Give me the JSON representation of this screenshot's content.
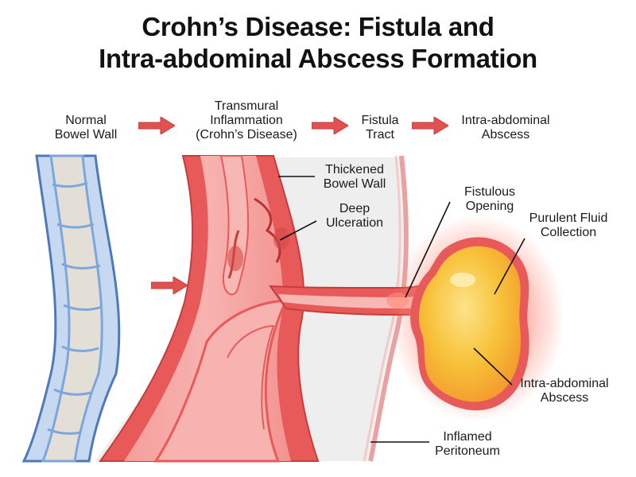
{
  "title": {
    "line1": "Crohn’s Disease: Fistula and",
    "line2": "Intra-abdominal Abscess Formation"
  },
  "stages": [
    {
      "lines": [
        "Normal",
        "Bowel Wall"
      ]
    },
    {
      "lines": [
        "Transmural",
        "Inflammation",
        "(Crohn’s Disease)"
      ]
    },
    {
      "lines": [
        "Fistula",
        "Tract"
      ]
    },
    {
      "lines": [
        "Intra-abdominal",
        "Abscess"
      ]
    }
  ],
  "labels": {
    "thickened_wall": [
      "Thickened",
      "Bowel Wall"
    ],
    "deep_ulceration": [
      "Deep",
      "Ulceration"
    ],
    "fistulous_opening": [
      "Fistulous",
      "Opening"
    ],
    "purulent_fluid": [
      "Purulent Fluid",
      "Collection"
    ],
    "abscess": [
      "Intra-abdominal",
      "Abscess"
    ],
    "peritoneum": [
      "Inflamed",
      "Peritoneum"
    ]
  },
  "colors": {
    "arrow": "#e0514f",
    "normal_wall": "#7da6dc",
    "normal_fill": "#e3dfd6",
    "inflamed_wall": "#e85a5a",
    "inflamed_fill": "#f4a3a1",
    "abscess_fill": "#f8c23a",
    "peritoneum": "#e8a2a2"
  }
}
